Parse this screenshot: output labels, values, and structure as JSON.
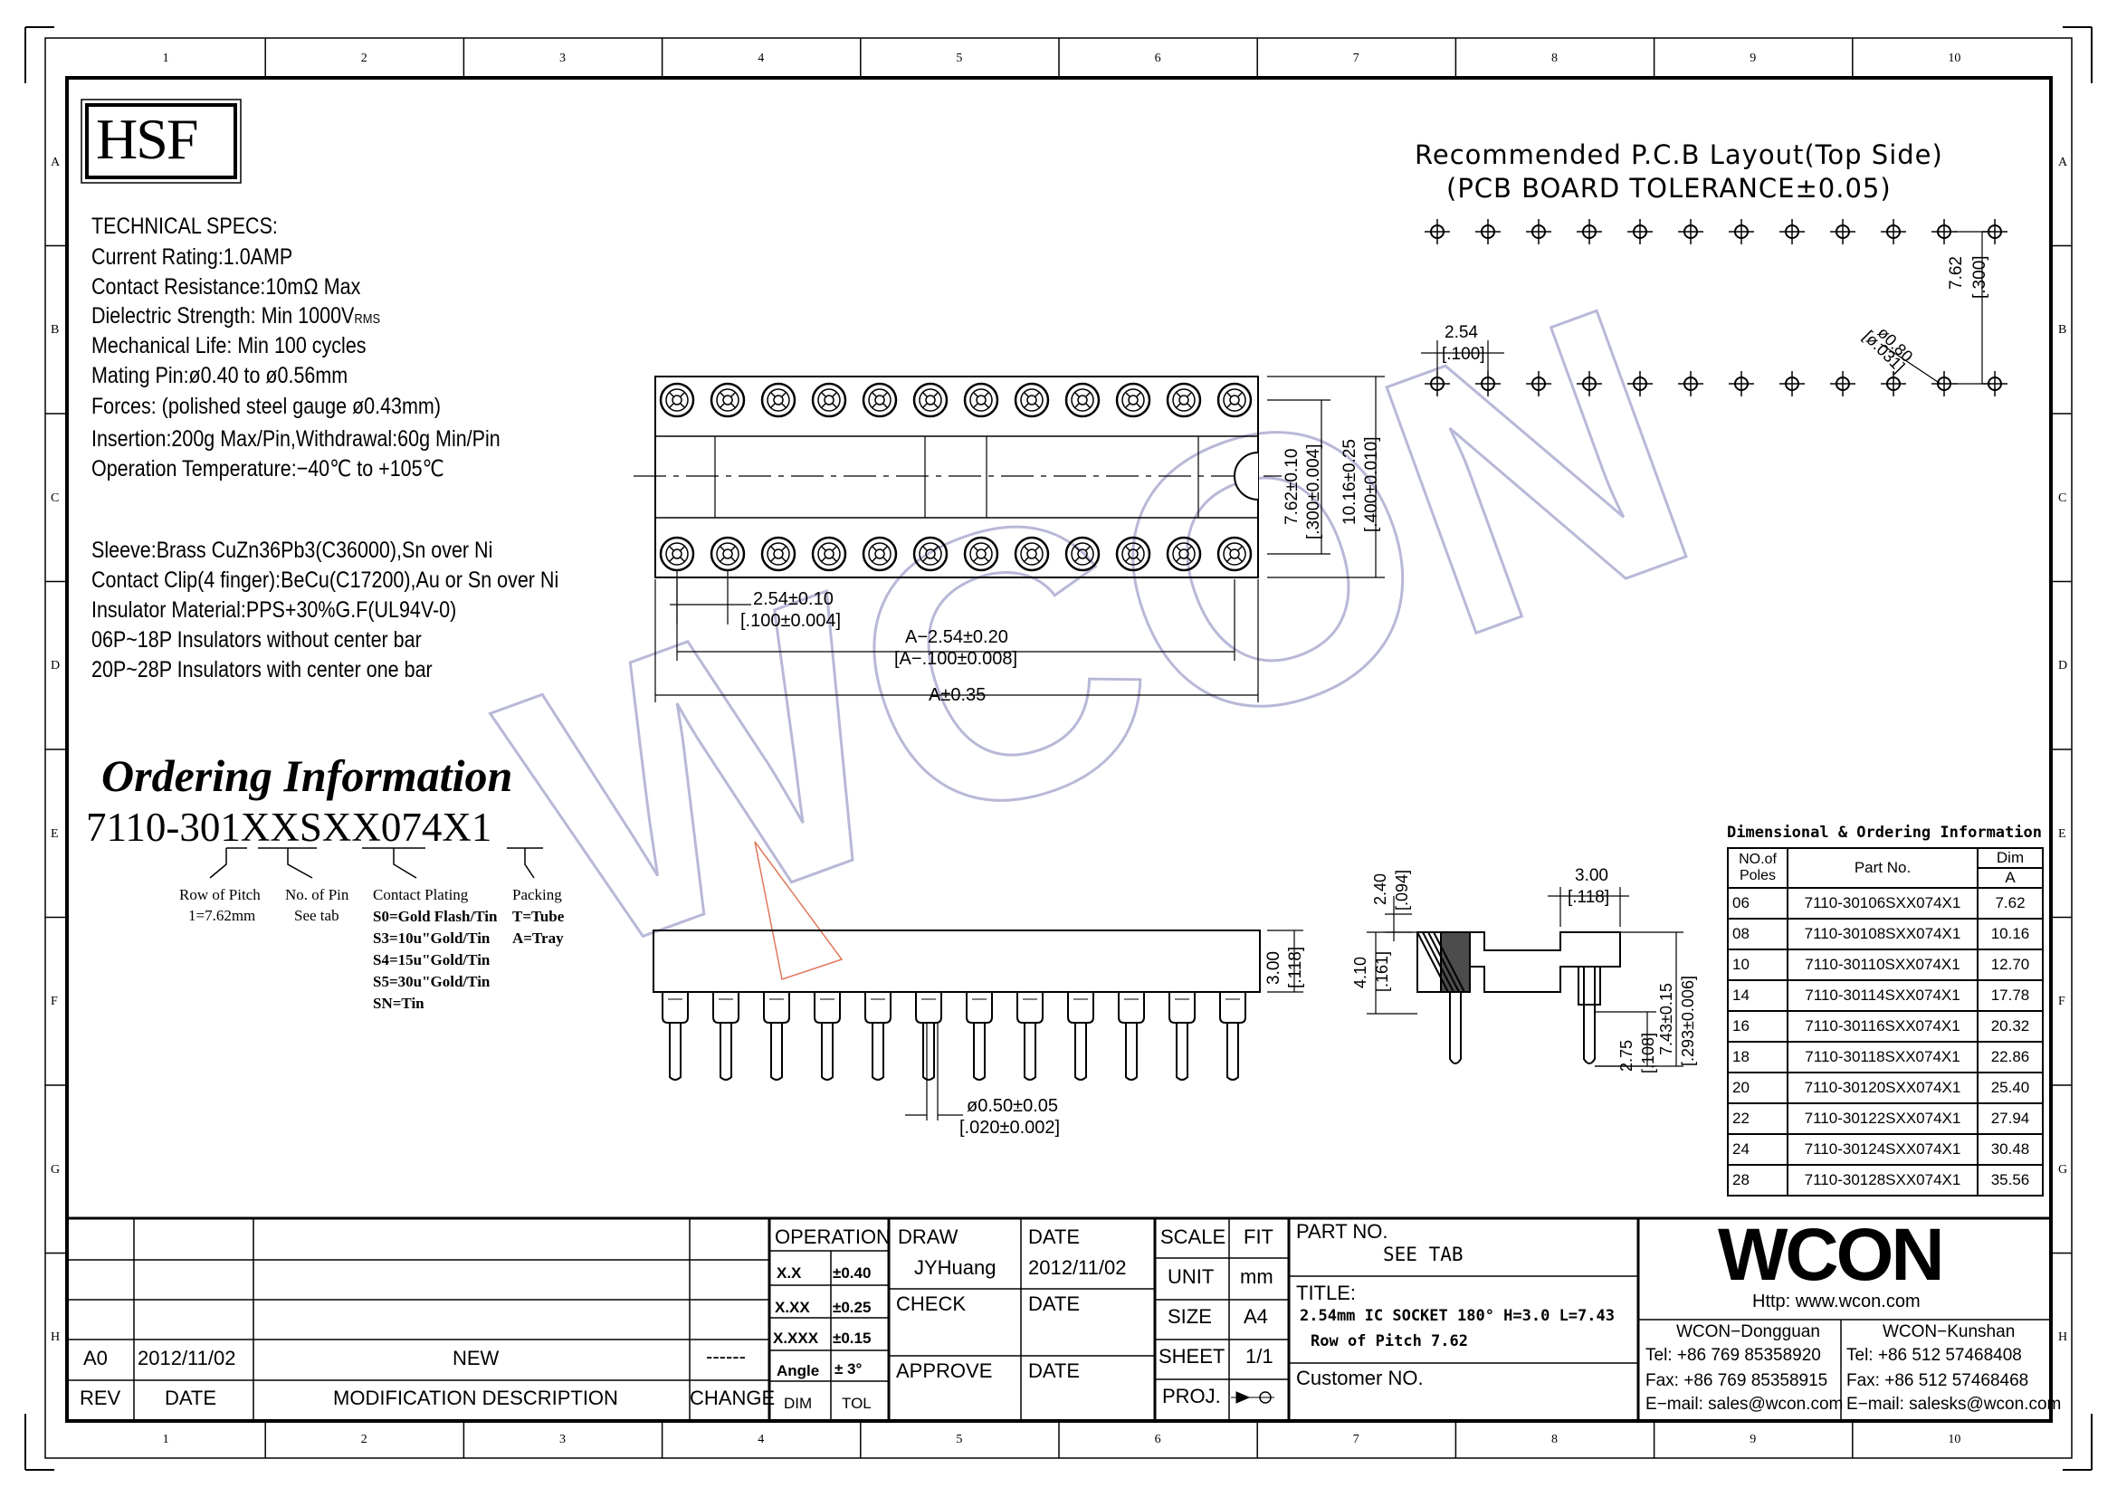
{
  "frame": {
    "columns": [
      "1",
      "2",
      "3",
      "4",
      "5",
      "6",
      "7",
      "8",
      "9",
      "10"
    ],
    "rows": [
      "A",
      "B",
      "C",
      "D",
      "E",
      "F",
      "G",
      "H"
    ]
  },
  "logo": {
    "text": "HSF"
  },
  "specs": {
    "heading": "TECHNICAL SPECS:",
    "lines": [
      "Current Rating:1.0AMP",
      "Contact Resistance:10mΩ Max",
      "Dielectric Strength: Min 1000V",
      "Mechanical Life: Min 100 cycles",
      "Mating Pin:ø0.40 to ø0.56mm",
      "Forces: (polished steel gauge ø0.43mm)",
      "Insertion:200g Max/Pin,Withdrawal:60g Min/Pin",
      "Operation Temperature:−40℃ to +105℃"
    ],
    "rms": "RMS",
    "materials": [
      "Sleeve:Brass CuZn36Pb3(C36000),Sn over Ni",
      "Contact Clip(4 finger):BeCu(C17200),Au or Sn over Ni",
      "Insulator Material:PPS+30%G.F(UL94V-0)",
      "06P~18P Insulators without center bar",
      "20P~28P Insulators with center one bar"
    ]
  },
  "ordering": {
    "title": "Ordering Information",
    "code_parts": [
      "7110-301",
      "XX",
      "S",
      "XX",
      "074",
      "X",
      "1"
    ],
    "legend": {
      "row_pitch": [
        "Row of Pitch",
        "1=7.62mm"
      ],
      "no_pin": [
        "No. of Pin",
        "See tab"
      ],
      "plating": [
        "Contact Plating",
        "S0=Gold Flash/Tin",
        "S3=10u\"Gold/Tin",
        "S4=15u\"Gold/Tin",
        "S5=30u\"Gold/Tin",
        "SN=Tin"
      ],
      "packing": [
        "Packing",
        "T=Tube",
        "A=Tray"
      ]
    }
  },
  "pcb": {
    "title1": "Recommended P.C.B Layout(Top Side)",
    "title2": "(PCB BOARD TOLERANCE±0.05)",
    "pitch": "2.54",
    "pitch_in": "[.100]",
    "row": "7.62",
    "row_in": "[.300]",
    "hole": "ø0.80",
    "hole_in": "[ø.031]",
    "holes_per_row": 12
  },
  "top_view": {
    "pins_per_row": 12,
    "dim_pitch": "2.54±0.10",
    "dim_pitch_in": "[.100±0.004]",
    "dim_a_minus": "A−2.54±0.20",
    "dim_a_minus_in": "[A−.100±0.008]",
    "dim_a": "A±0.35",
    "dim_row": "7.62±0.10",
    "dim_row_in": "[.300±0.004]",
    "dim_width": "10.16±0.25",
    "dim_width_in": "[.400±0.010]"
  },
  "side_view": {
    "dim_h": "3.00",
    "dim_h_in": "[.118]",
    "dim_pin": "ø0.50±0.05",
    "dim_pin_in": "[.020±0.002]"
  },
  "end_view": {
    "d1": "2.40",
    "d1_in": "[.094]",
    "d2": "3.00",
    "d2_in": "[.118]",
    "d3": "4.10",
    "d3_in": "[.161]",
    "d4": "7.43±0.15",
    "d4_in": "[.293±0.006]",
    "d5": "2.75",
    "d5_in": "[.108]"
  },
  "dim_table": {
    "title": "Dimensional & Ordering Information",
    "headers": [
      "NO.of Poles",
      "Part No.",
      "Dim",
      "A"
    ],
    "rows": [
      [
        "06",
        "7110-30106SXX074X1",
        "7.62"
      ],
      [
        "08",
        "7110-30108SXX074X1",
        "10.16"
      ],
      [
        "10",
        "7110-30110SXX074X1",
        "12.70"
      ],
      [
        "14",
        "7110-30114SXX074X1",
        "17.78"
      ],
      [
        "16",
        "7110-30116SXX074X1",
        "20.32"
      ],
      [
        "18",
        "7110-30118SXX074X1",
        "22.86"
      ],
      [
        "20",
        "7110-30120SXX074X1",
        "25.40"
      ],
      [
        "22",
        "7110-30122SXX074X1",
        "27.94"
      ],
      [
        "24",
        "7110-30124SXX074X1",
        "30.48"
      ],
      [
        "28",
        "7110-30128SXX074X1",
        "35.56"
      ]
    ]
  },
  "title_block": {
    "rev_row": {
      "rev": "A0",
      "date": "2012/11/02",
      "desc": "NEW",
      "change": "------"
    },
    "rev_headers": {
      "rev": "REV",
      "date": "DATE",
      "desc": "MODIFICATION DESCRIPTION",
      "change": "CHANGE"
    },
    "operation": "OPERATION",
    "tolerances": [
      [
        "X.X",
        "±0.40"
      ],
      [
        "X.XX",
        "±0.25"
      ],
      [
        "X.XXX",
        "±0.15"
      ],
      [
        "Angle",
        "± 3°"
      ]
    ],
    "dim_tol": [
      "DIM",
      "TOL"
    ],
    "draw": "DRAW",
    "draw_name": "JYHuang",
    "date_label": "DATE",
    "draw_date": "2012/11/02",
    "check": "CHECK",
    "check_date": "DATE",
    "approve": "APPROVE",
    "approve_date": "DATE",
    "scale": "SCALE",
    "scale_val": "FIT",
    "unit": "UNIT",
    "unit_val": "mm",
    "size": "SIZE",
    "size_val": "A4",
    "sheet": "SHEET",
    "sheet_val": "1/1",
    "proj": "PROJ.",
    "part_no_label": "PART NO.",
    "part_no": "SEE TAB",
    "title_label": "TITLE:",
    "title_line1": "2.54mm IC SOCKET 180° H=3.0 L=7.43",
    "title_line2": "Row of Pitch 7.62",
    "customer": "Customer NO.",
    "company": "WCON",
    "http": "Http:  www.wcon.com",
    "dongguan": {
      "name": "WCON−Dongguan",
      "tel": "Tel:  +86 769 85358920",
      "fax": "Fax:  +86 769 85358915",
      "email": "E−mail:  sales@wcon.com"
    },
    "kunshan": {
      "name": "WCON−Kunshan",
      "tel": "Tel:  +86 512 57468408",
      "fax": "Fax:  +86 512 57468468",
      "email": "E−mail:  salesks@wcon.com"
    }
  },
  "watermark": "WCON",
  "colors": {
    "line": "#000000",
    "watermark": "#b8b8d8",
    "accent_mark": "#e0785a"
  }
}
